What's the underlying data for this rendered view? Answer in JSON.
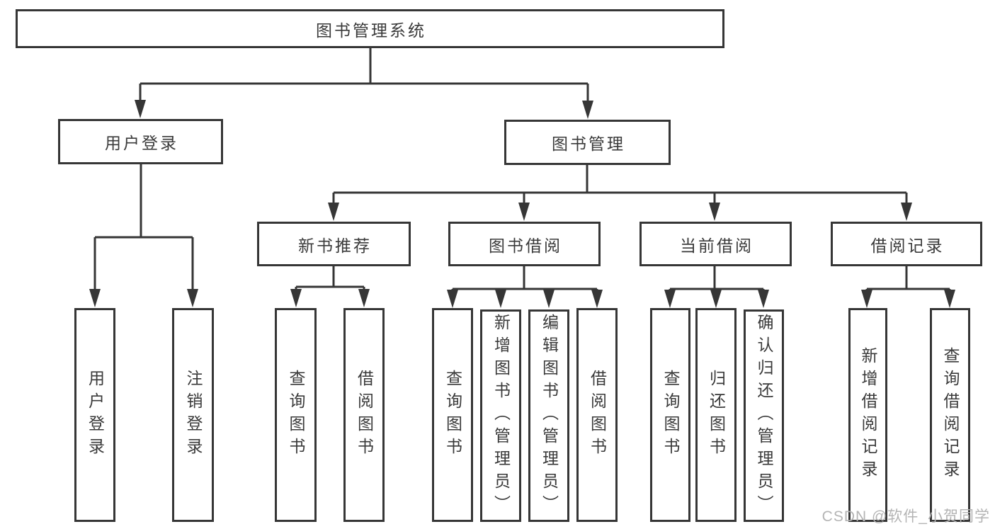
{
  "diagram": {
    "title": "图书管理系统",
    "root": {
      "label": "图书管理系统"
    },
    "level2": [
      {
        "label": "用户登录"
      },
      {
        "label": "图书管理"
      }
    ],
    "level3": [
      {
        "label": "新书推荐",
        "parent": "图书管理"
      },
      {
        "label": "图书借阅",
        "parent": "图书管理"
      },
      {
        "label": "当前借阅",
        "parent": "图书管理"
      },
      {
        "label": "借阅记录",
        "parent": "图书管理"
      }
    ],
    "leaves": [
      {
        "label": "用户登录",
        "parent": "用户登录"
      },
      {
        "label": "注销登录",
        "parent": "用户登录"
      },
      {
        "label": "查询图书",
        "parent": "新书推荐"
      },
      {
        "label": "借阅图书",
        "parent": "新书推荐"
      },
      {
        "label": "查询图书",
        "parent": "图书借阅"
      },
      {
        "label": "新增图书（管理员）",
        "parent": "图书借阅"
      },
      {
        "label": "编辑图书（管理员）",
        "parent": "图书借阅"
      },
      {
        "label": "借阅图书",
        "parent": "图书借阅"
      },
      {
        "label": "查询图书",
        "parent": "当前借阅"
      },
      {
        "label": "归还图书",
        "parent": "当前借阅"
      },
      {
        "label": "确认归还（管理员）",
        "parent": "当前借阅"
      },
      {
        "label": "新增借阅记录",
        "parent": "借阅记录"
      },
      {
        "label": "查询借阅记录",
        "parent": "借阅记录"
      }
    ]
  },
  "watermark": {
    "text": "CSDN @软件_小贺同学"
  },
  "colors": {
    "line": "#363636",
    "box_border": "#363636",
    "text": "#3a3a3a",
    "watermark": "#b4b4b4",
    "background": "#ffffff"
  }
}
